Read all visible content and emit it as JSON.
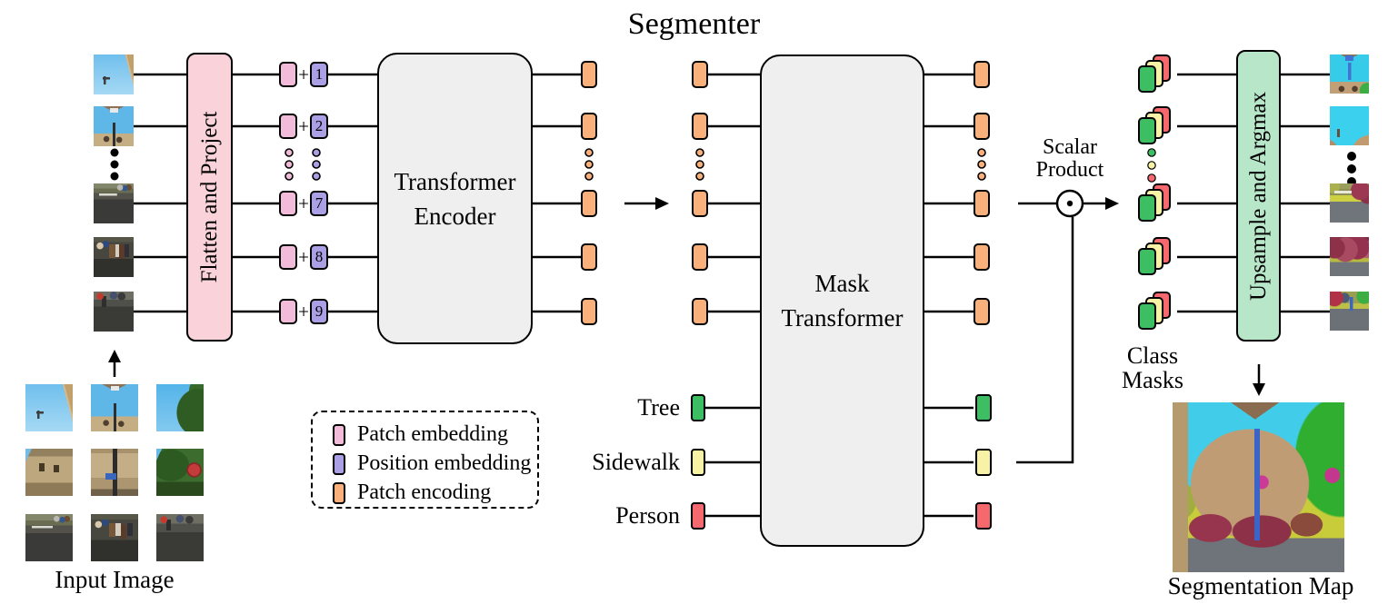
{
  "title": "Segmenter",
  "colors": {
    "patch_embedding": "#F2BBD9",
    "position_embedding": "#AB9FE5",
    "patch_encoding": "#F9B07A",
    "flatten_box": "#FAD3DA",
    "transformer_box": "#EFEFEF",
    "upsample_box": "#B7E6C9",
    "class_tree": "#3DBE63",
    "class_sidewalk": "#F8F2A6",
    "class_person": "#F5696E",
    "outline": "#000000"
  },
  "input": {
    "label": "Input Image"
  },
  "flatten": {
    "label": "Flatten and Project"
  },
  "embeddings": {
    "plus": "+",
    "position_indices": [
      "1",
      "2",
      "7",
      "8",
      "9"
    ]
  },
  "encoder": {
    "line1": "Transformer",
    "line2": "Encoder"
  },
  "mask_transformer": {
    "line1": "Mask",
    "line2": "Transformer"
  },
  "classes": {
    "tree": "Tree",
    "sidewalk": "Sidewalk",
    "person": "Person"
  },
  "scalar_product": {
    "line1": "Scalar",
    "line2": "Product"
  },
  "class_masks": {
    "line1": "Class",
    "line2": "Masks"
  },
  "upsample": {
    "label": "Upsample and Argmax"
  },
  "segmentation_map": {
    "label": "Segmentation Map"
  },
  "legend": {
    "items": [
      {
        "label": "Patch embedding"
      },
      {
        "label": "Position embedding"
      },
      {
        "label": "Patch encoding"
      }
    ]
  },
  "icons": {
    "scalar_product_operator": "circled-dot",
    "flow_arrow": "right-arrow",
    "up_arrow": "up-arrow",
    "down_arrow": "down-arrow",
    "ellipsis": "vertical-dots"
  }
}
